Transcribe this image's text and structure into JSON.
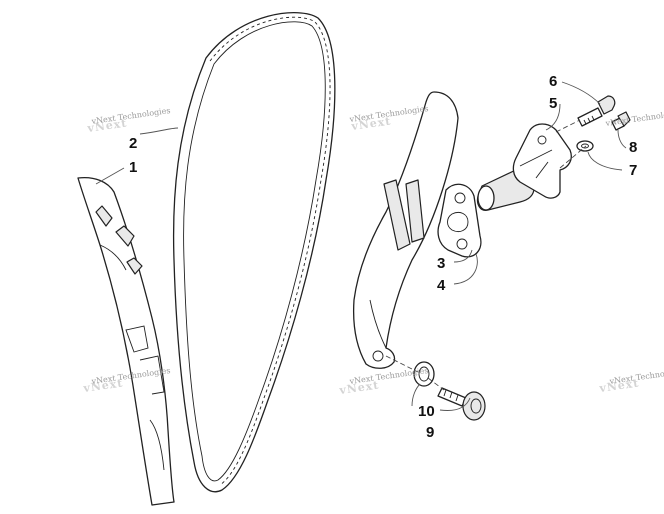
{
  "watermarks": [
    "vNext Technologies",
    "vNext Technologies",
    "vNext Technologies",
    "vNext Technologies",
    "vNext Technologies",
    "vNext Technologies"
  ],
  "callouts": [
    "1",
    "2",
    "3",
    "4",
    "5",
    "6",
    "7",
    "8",
    "9",
    "10"
  ]
}
